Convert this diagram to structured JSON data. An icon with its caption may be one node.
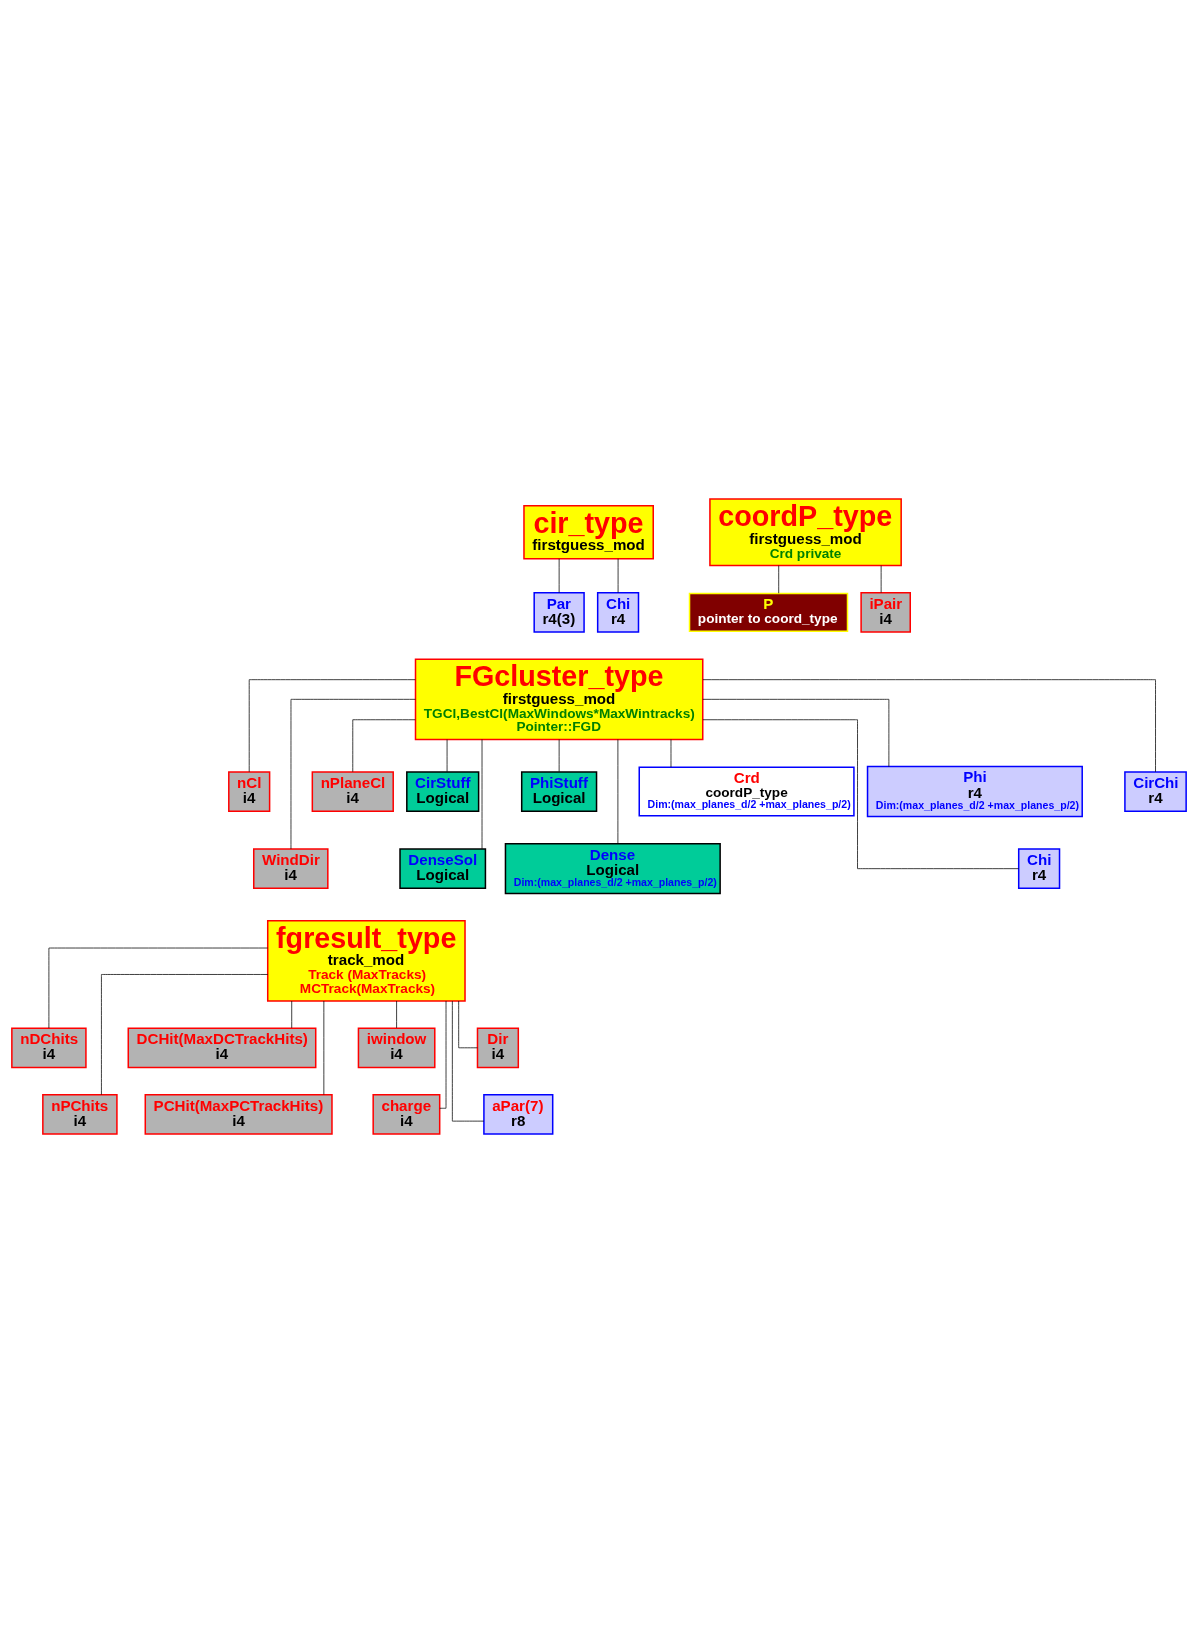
{
  "diagram": {
    "nodes": [
      {
        "text": [
          "cir_type",
          "firstguess_mod"
        ]
      },
      {
        "text": [
          "Par",
          "r4(3)"
        ]
      },
      {
        "text": [
          "Chi",
          "r4"
        ]
      },
      {
        "text": [
          "coordP_type",
          "firstguess_mod",
          "Crd private"
        ]
      },
      {
        "text": [
          "P",
          "pointer to coord_type"
        ]
      },
      {
        "text": [
          "iPair",
          "i4"
        ]
      },
      {
        "text": [
          "FGcluster_type",
          "firstguess_mod",
          "TGCl,BestCl(MaxWindows*MaxWintracks)",
          "Pointer::FGD"
        ]
      },
      {
        "text": [
          "nCl",
          "i4"
        ]
      },
      {
        "text": [
          "WindDir",
          "i4"
        ]
      },
      {
        "text": [
          "nPlaneCl",
          "i4"
        ]
      },
      {
        "text": [
          "CirStuff",
          "Logical"
        ]
      },
      {
        "text": [
          "DenseSol",
          "Logical"
        ]
      },
      {
        "text": [
          "PhiStuff",
          "Logical"
        ]
      },
      {
        "text": [
          "Dense",
          "Logical",
          "Dim:(max_planes_d/2 +max_planes_p/2)"
        ]
      },
      {
        "text": [
          "Crd",
          "coordP_type",
          "Dim:(max_planes_d/2 +max_planes_p/2)"
        ]
      },
      {
        "text": [
          "Phi",
          "r4",
          "Dim:(max_planes_d/2 +max_planes_p/2)"
        ]
      },
      {
        "text": [
          "Chi",
          "r4"
        ]
      },
      {
        "text": [
          "CirChi",
          "r4"
        ]
      },
      {
        "text": [
          "fgresult_type",
          "track_mod",
          "Track (MaxTracks)",
          "MCTrack(MaxTracks)"
        ]
      },
      {
        "text": [
          "nDChits",
          "i4"
        ]
      },
      {
        "text": [
          "nPChits",
          "i4"
        ]
      },
      {
        "text": [
          "DCHit(MaxDCTrackHits)",
          "i4"
        ]
      },
      {
        "text": [
          "PCHit(MaxPCTrackHits)",
          "i4"
        ]
      },
      {
        "text": [
          "iwindow",
          "i4"
        ]
      },
      {
        "text": [
          "charge",
          "i4"
        ]
      },
      {
        "text": [
          "Dir",
          "i4"
        ]
      },
      {
        "text": [
          "aPar(7)",
          "r8"
        ]
      }
    ],
    "edges": [
      {
        "from": 0,
        "to": 1,
        "arrow": "none"
      },
      {
        "from": 0,
        "to": 2,
        "arrow": "none"
      },
      {
        "from": 3,
        "to": 4,
        "arrow": "none"
      },
      {
        "from": 3,
        "to": 5,
        "arrow": "none"
      },
      {
        "from": 6,
        "to": 7,
        "arrow": "none"
      },
      {
        "from": 6,
        "to": 8,
        "arrow": "none"
      },
      {
        "from": 6,
        "to": 9,
        "arrow": "none"
      },
      {
        "from": 6,
        "to": 10,
        "arrow": "none"
      },
      {
        "from": 6,
        "to": 11,
        "arrow": "none"
      },
      {
        "from": 6,
        "to": 12,
        "arrow": "none"
      },
      {
        "from": 6,
        "to": 13,
        "arrow": "none"
      },
      {
        "from": 6,
        "to": 14,
        "arrow": "none"
      },
      {
        "from": 6,
        "to": 15,
        "arrow": "none"
      },
      {
        "from": 6,
        "to": 16,
        "arrow": "none"
      },
      {
        "from": 6,
        "to": 17,
        "arrow": "none"
      },
      {
        "from": 18,
        "to": 19,
        "arrow": "none"
      },
      {
        "from": 18,
        "to": 20,
        "arrow": "none"
      },
      {
        "from": 18,
        "to": 21,
        "arrow": "none"
      },
      {
        "from": 18,
        "to": 22,
        "arrow": "none"
      },
      {
        "from": 18,
        "to": 23,
        "arrow": "none"
      },
      {
        "from": 18,
        "to": 24,
        "arrow": "none"
      },
      {
        "from": 18,
        "to": 25,
        "arrow": "none"
      },
      {
        "from": 18,
        "to": 26,
        "arrow": "none"
      }
    ]
  }
}
